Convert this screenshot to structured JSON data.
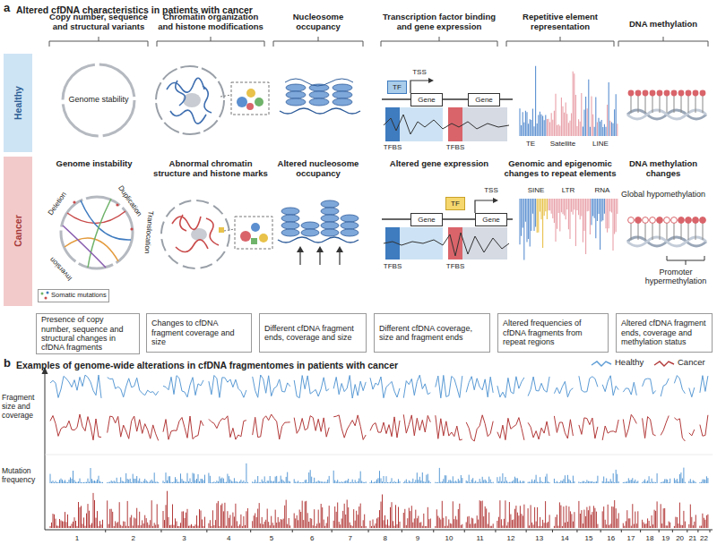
{
  "diagram": {
    "nodes": [
      {
        "text": [
          "Healthy"
        ]
      },
      {
        "text": [
          "TF"
        ]
      },
      {
        "text": [
          "Gene"
        ]
      },
      {
        "text": [
          "Gene"
        ]
      },
      {
        "text": [
          "Cancer"
        ]
      },
      {
        "text": [
          "Somatic mutations"
        ]
      },
      {
        "text": [
          "TF"
        ]
      },
      {
        "text": [
          "Gene"
        ]
      },
      {
        "text": [
          "Gene"
        ]
      },
      {
        "text": [
          "Presence of copy number, sequence and structural changes in cfDNA fragments"
        ]
      },
      {
        "text": [
          "Changes to cfDNA fragment coverage and size"
        ]
      },
      {
        "text": [
          "Different cfDNA fragment ends, coverage and size"
        ]
      },
      {
        "text": [
          "Different cfDNA coverage, size and fragment ends"
        ]
      },
      {
        "text": [
          "Altered frequencies of cfDNA fragments from repeat regions"
        ]
      },
      {
        "text": [
          "Altered cfDNA fragment ends, coverage and methylation status"
        ]
      }
    ],
    "labels": [
      "a",
      "Altered cfDNA characteristics in patients with cancer",
      "Copy number, sequence and structural variants",
      "Chromatin organization and histone modifications",
      "Nucleosome occupancy",
      "Transcription factor binding and gene expression",
      "Repetitive element representation",
      "DNA methylation",
      "Genome stability",
      "TSS",
      "TFBS",
      "TFBS",
      "TE",
      "Satellite",
      "LINE",
      "Genome instability",
      "Abnormal chromatin structure and histone marks",
      "Altered nucleosome occupancy",
      "Altered gene expression",
      "Genomic and epigenomic changes to repeat elements",
      "DNA methylation changes",
      "Deletion",
      "Duplication",
      "Translocation",
      "Inversion",
      "TSS",
      "TFBS",
      "TFBS",
      "SINE",
      "LTR",
      "RNA",
      "Global hypomethylation",
      "Promoter hypermethylation",
      "b",
      "Examples of genome-wide alterations in cfDNA fragmentomes in patients with cancer",
      "Fragment size and coverage",
      "Mutation frequency",
      "1",
      "2",
      "3",
      "4",
      "5",
      "6",
      "7",
      "8",
      "9",
      "10",
      "11",
      "12",
      "13",
      "14",
      "15",
      "16",
      "17",
      "18",
      "19",
      "20",
      "21",
      "22"
    ],
    "legend": [
      {
        "text": "Healthy"
      },
      {
        "text": "Cancer"
      }
    ]
  }
}
